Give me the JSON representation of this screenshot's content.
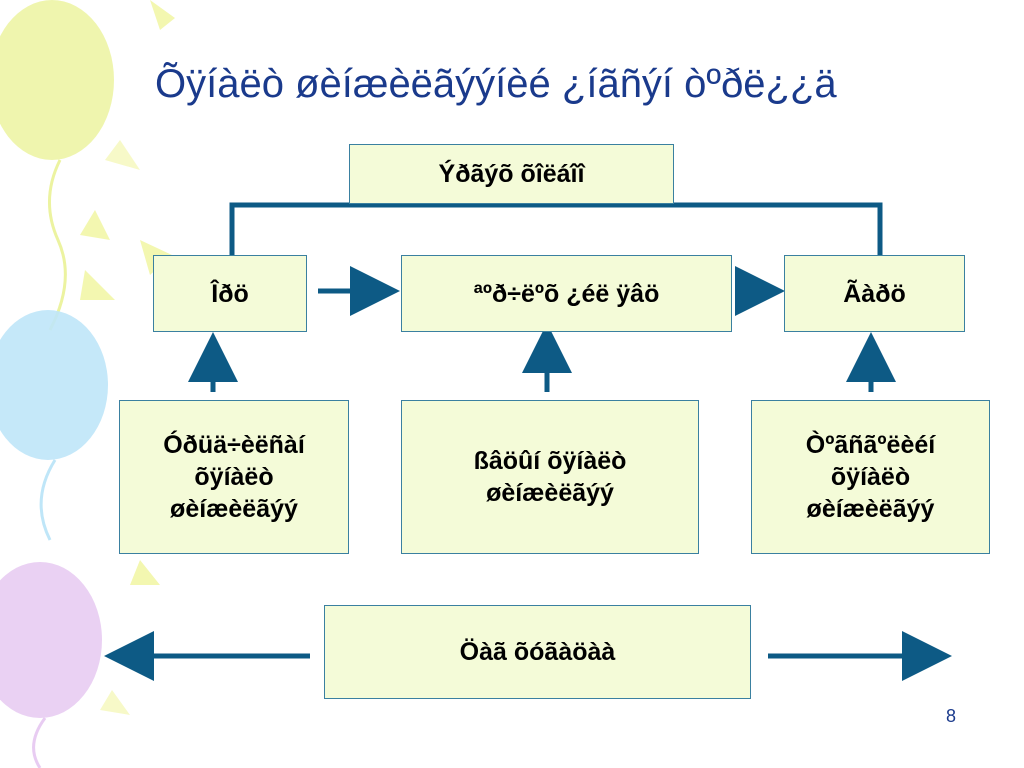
{
  "slide": {
    "title": "Õÿíàëò øèíæèëãýýíèé ¿íãñýí òºðë¿¿ä",
    "page_number": "8"
  },
  "diagram": {
    "top_box": "Ýðãýõ õîëáîî",
    "row1": {
      "left": "Îðö",
      "center": "ªºð÷ëºõ ¿éë ÿâö",
      "right": "Ãàðö"
    },
    "row2": {
      "left": "Óðüä÷èëñàí\nõÿíàëò\nøèíæèëãýý",
      "center": "ßâöûí õÿíàëò\nøèíæèëãýý",
      "right": "Òºãñãºëèéí\nõÿíàëò\nøèíæèëãýý"
    },
    "bottom_box": "Öàã õóãàöàà"
  },
  "colors": {
    "title": "#1a3a8c",
    "box_fill": "#f4fbd8",
    "box_border": "#3a80a0",
    "arrow": "#0d5a85",
    "balloon_yellow": "#ecf3a0",
    "balloon_blue": "#bfe6f8",
    "balloon_purple": "#e8ccf2"
  }
}
